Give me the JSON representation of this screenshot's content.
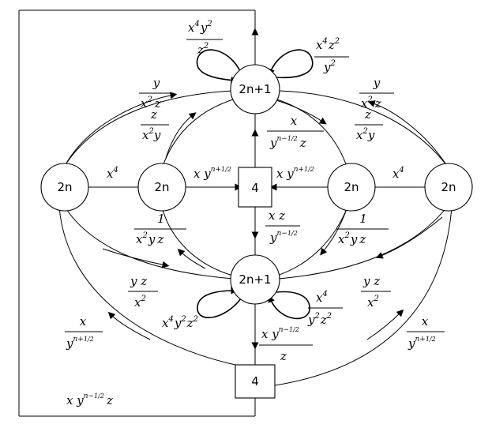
{
  "nodes": {
    "top_circle": "2n+1",
    "bottom_circle": "2n+1",
    "far_left_circle": "2n",
    "inner_left_circle": "2n",
    "inner_right_circle": "2n",
    "far_right_circle": "2n",
    "center_square": "4",
    "bottom_square": "4"
  },
  "labels": {
    "x4": "x",
    "four": "4",
    "two": "2",
    "one": "1",
    "x": "x",
    "y": "y",
    "z": "z",
    "xz": "x z",
    "yz": "y z",
    "x2z": "x z",
    "x2y": "x y",
    "x2yz": "x y z",
    "xy": "x y",
    "half": "1",
    "halfden": "2",
    "n_plus": "n+",
    "n_minus": "n−",
    "y2": "y",
    "z2": "z",
    "x4y2": "x y",
    "x4z2": "x z",
    "x4y2z2": "x y z",
    "y2z2": "y z"
  }
}
